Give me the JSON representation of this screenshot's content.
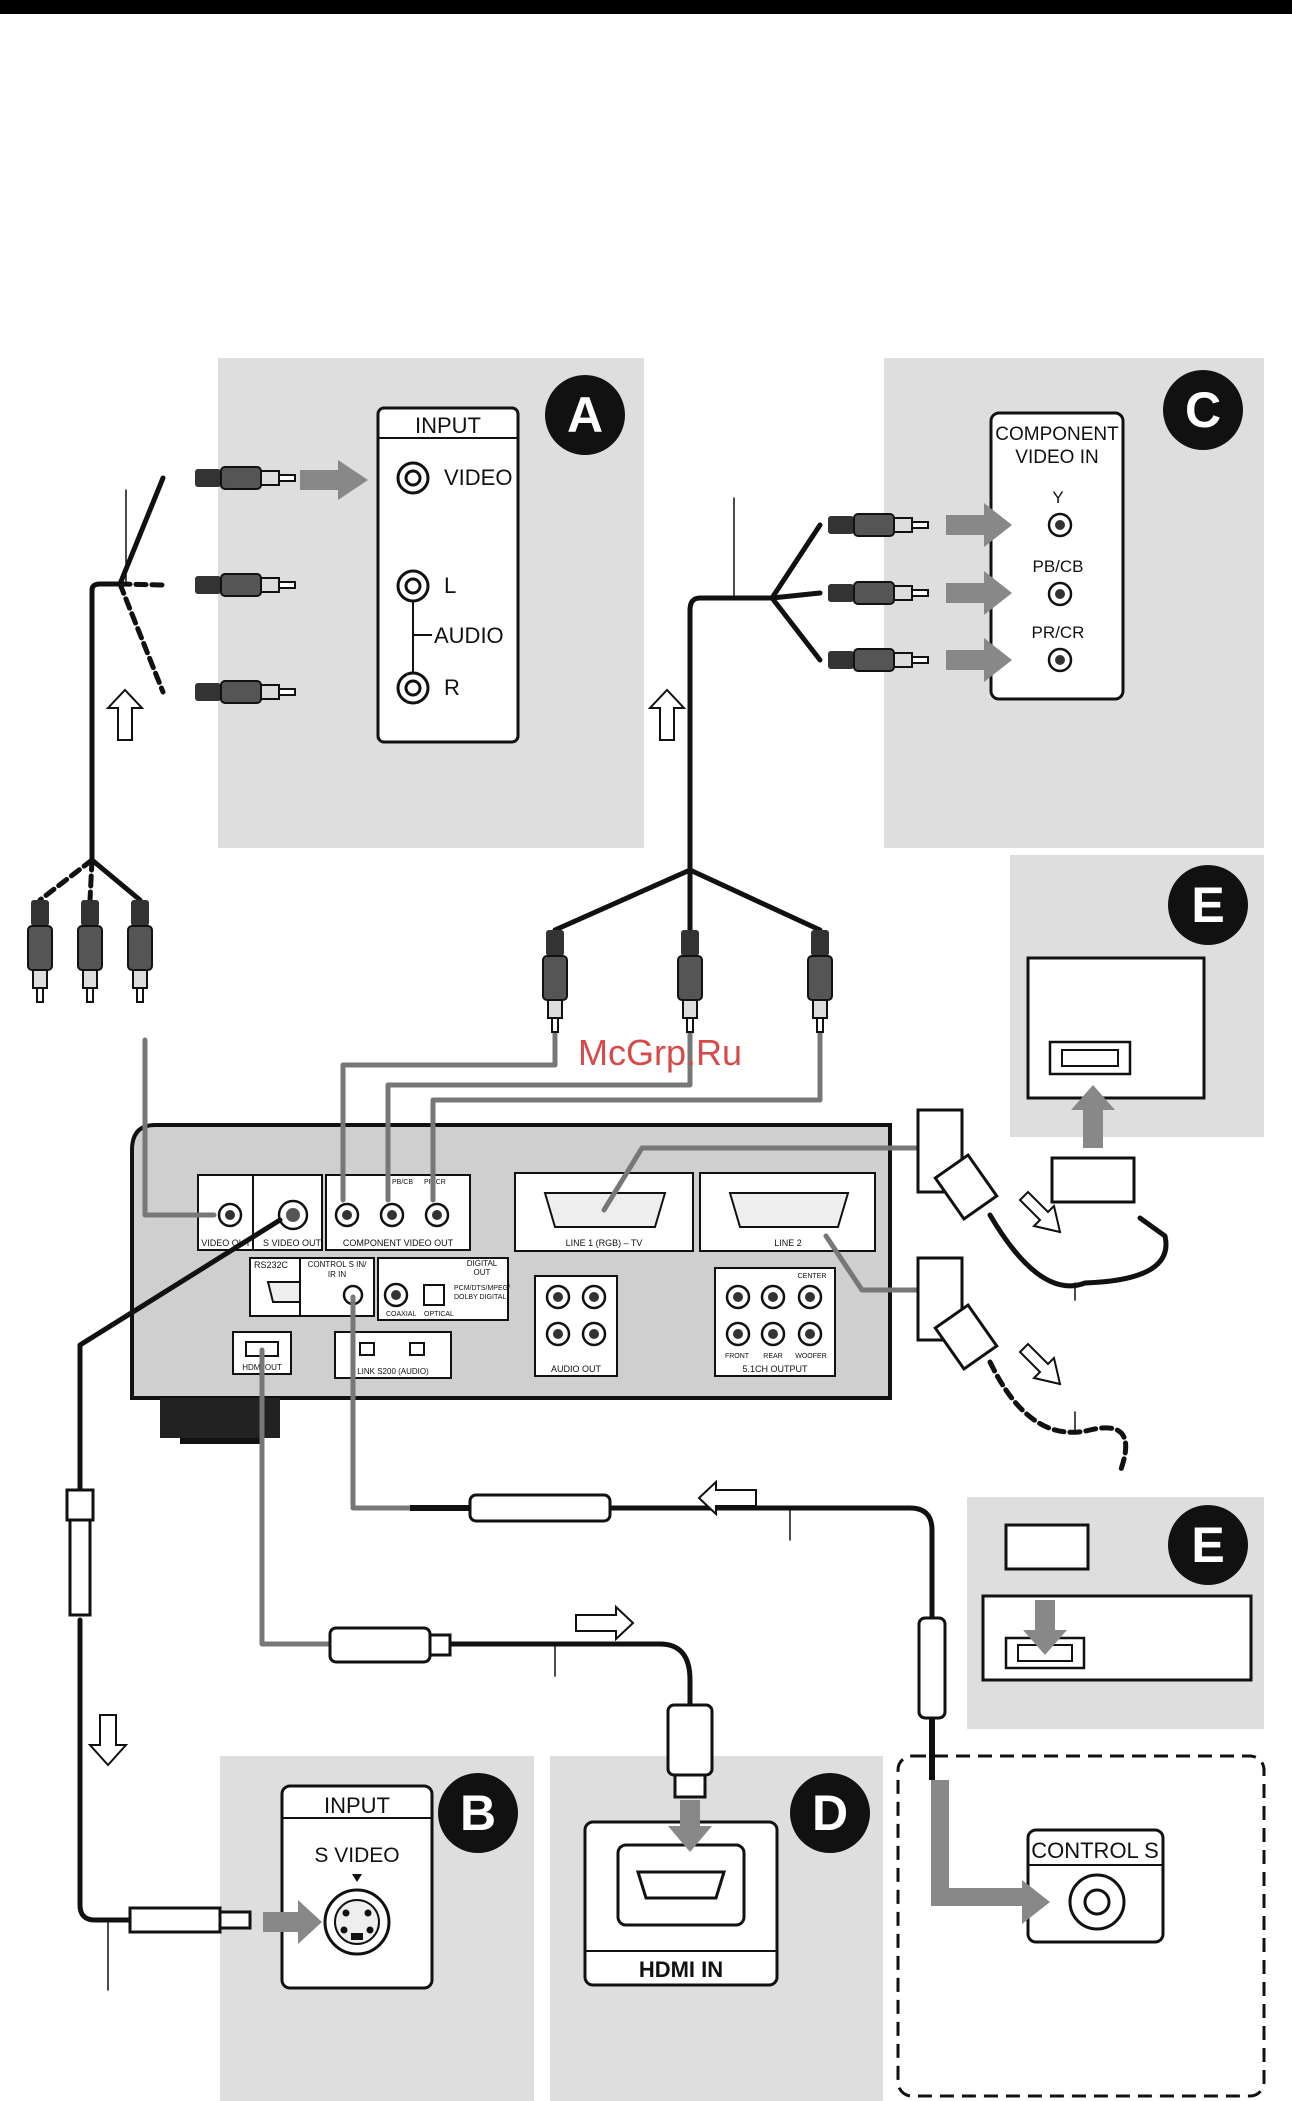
{
  "panels": {
    "a": {
      "badge": "A",
      "input_title": "INPUT",
      "video": "VIDEO",
      "left": "L",
      "audio": "AUDIO",
      "right": "R"
    },
    "b": {
      "badge": "B",
      "input_title": "INPUT",
      "svideo": "S VIDEO"
    },
    "c": {
      "badge": "C",
      "title1": "COMPONENT",
      "title2": "VIDEO IN",
      "y": "Y",
      "pb": "PB/CB",
      "pr": "PR/CR"
    },
    "d": {
      "badge": "D",
      "hdmi_in": "HDMI IN"
    },
    "e": {
      "badge": "E"
    },
    "control": {
      "label": "CONTROL S"
    }
  },
  "watermark": "McGrp.Ru",
  "rear_panel": {
    "video_out": "VIDEO OUT",
    "s_video_out": "S VIDEO OUT",
    "component_video_out": "COMPONENT VIDEO OUT",
    "pb_cb": "PB/CB",
    "pr_cr": "PR/CR",
    "line1": "LINE 1 (RGB) – TV",
    "line2": "LINE 2",
    "rs232c": "RS232C",
    "control_s": "CONTROL S IN/",
    "ir_in": "IR IN",
    "digital_out_1": "DIGITAL",
    "digital_out_2": "OUT",
    "pcm_1": "PCM/DTS/MPEG/",
    "pcm_2": "DOLBY DIGITAL",
    "coaxial": "COAXIAL",
    "optical": "OPTICAL",
    "audio_out": "AUDIO OUT",
    "ch_out": "5.1CH OUTPUT",
    "center": "CENTER",
    "front": "FRONT",
    "rear": "REAR",
    "woofer": "WOOFER",
    "hdmi_out": "HDMI OUT",
    "link": "LINK S200 (AUDIO)"
  }
}
